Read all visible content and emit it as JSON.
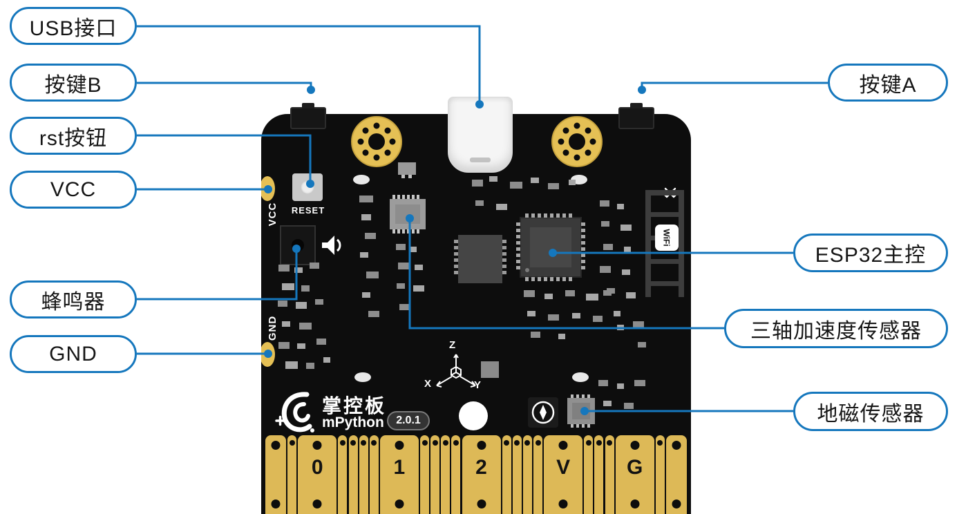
{
  "callouts": {
    "usb": "USB接口",
    "button_b": "按键B",
    "rst": "rst按钮",
    "vcc": "VCC",
    "buzzer": "蜂鸣器",
    "gnd": "GND",
    "button_a": "按键A",
    "esp32": "ESP32主控",
    "accelerometer": "三轴加速度传感器",
    "magnetometer": "地磁传感器"
  },
  "board": {
    "reset_label": "RESET",
    "vcc_side_label": "VCC",
    "gnd_side_label": "GND",
    "brand_cn": "掌控板",
    "brand_en": "mPython",
    "version": "2.0.1",
    "wifi_label": "WiFi",
    "axis_x": "X",
    "axis_y": "Y",
    "axis_z": "Z",
    "pins": [
      "0",
      "1",
      "2",
      "V",
      "G"
    ]
  },
  "colors": {
    "callout_blue": "#1577bd",
    "board_black": "#0d0d0d",
    "gold": "#e5c055",
    "pad_gold": "#ddb957"
  }
}
